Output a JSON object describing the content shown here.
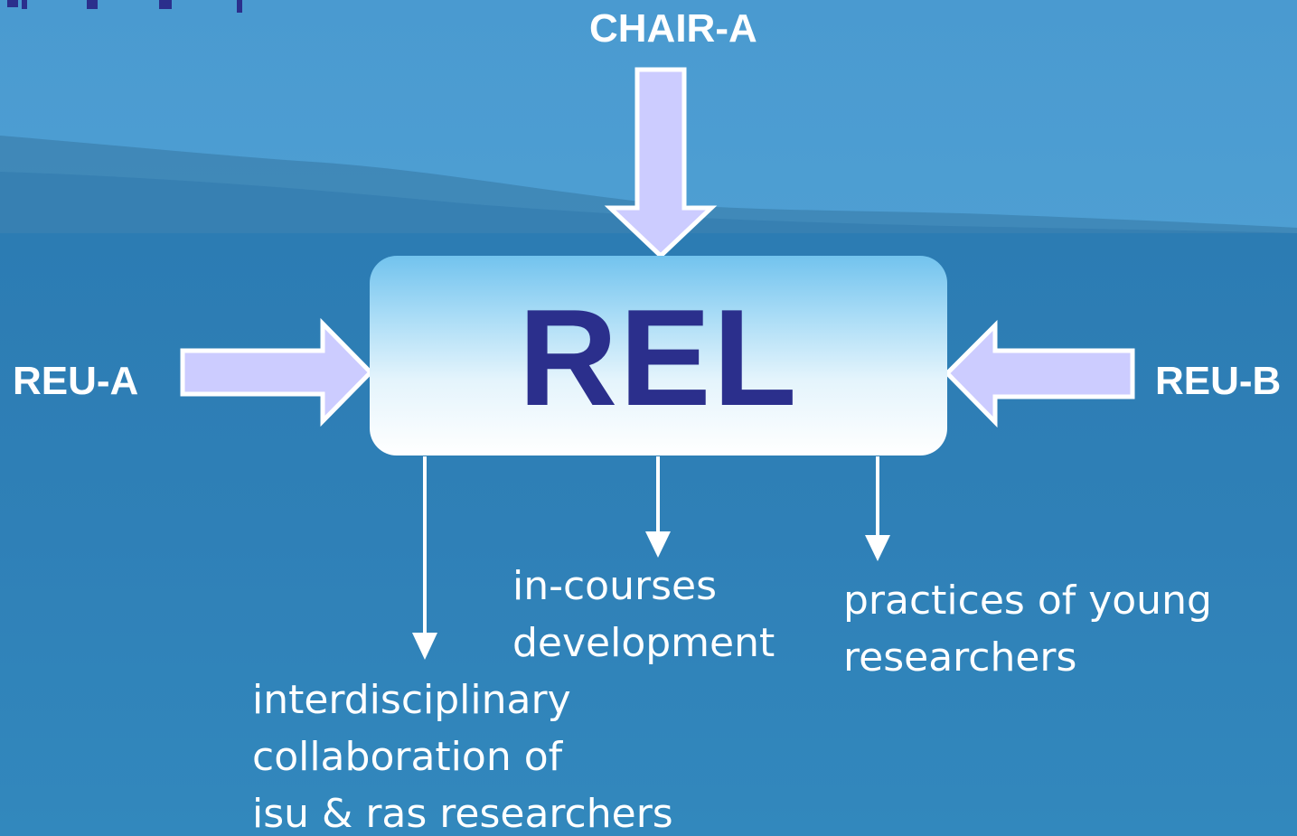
{
  "diagram": {
    "center": "REL",
    "inputs": {
      "top": "CHAIR-A",
      "left": "REU-A",
      "right": "REU-B"
    },
    "outputs": {
      "left": [
        "interdisciplinary",
        "collaboration of",
        "isu & ras researchers"
      ],
      "center": [
        "in-courses",
        "development"
      ],
      "right": [
        "practices of young",
        "researchers"
      ]
    }
  },
  "colors": {
    "arrow_fill": "#ccccff",
    "arrow_stroke": "#ffffff",
    "center_text": "#2b2f8c",
    "label_text": "#ffffff"
  },
  "icons": {
    "top_left_logo": "logo-fragment"
  }
}
